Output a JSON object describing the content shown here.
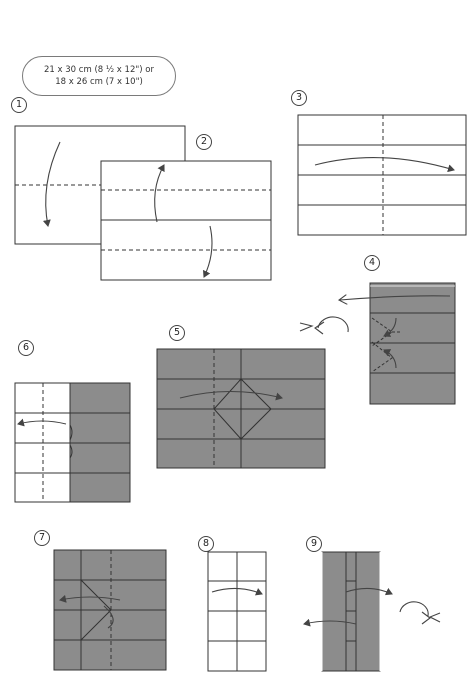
{
  "size_note": {
    "line1": "21 x 30 cm (8 ½ x 12\") or",
    "line2": "18 x 26 cm (7 x 10\")"
  },
  "steps": [
    "1",
    "2",
    "3",
    "4",
    "5",
    "6",
    "7",
    "8",
    "9"
  ],
  "colors": {
    "paper_white": "#ffffff",
    "paper_colored": "#8c8c8c",
    "outline": "#333333",
    "arrow": "#444444"
  }
}
